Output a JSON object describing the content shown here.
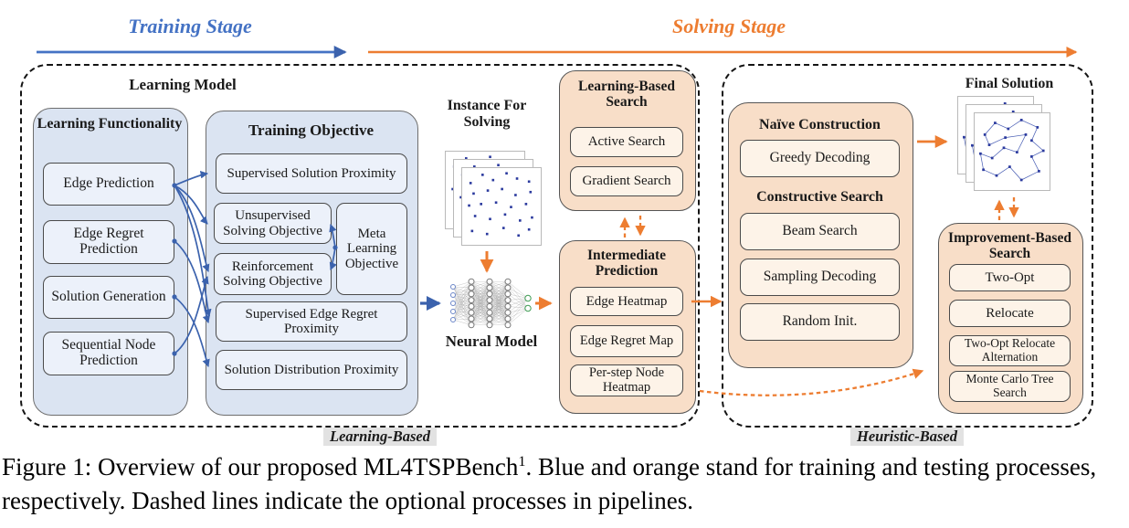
{
  "stages": {
    "training": "Training Stage",
    "solving": "Solving Stage"
  },
  "learning_model": {
    "title": "Learning Model",
    "functionality": {
      "title": "Learning Functionality",
      "items": [
        "Edge Prediction",
        "Edge Regret Prediction",
        "Solution Generation",
        "Sequential Node Prediction"
      ]
    },
    "objective": {
      "title": "Training Objective",
      "items": [
        "Supervised Solution Proximity",
        "Unsupervised Solving Objective",
        "Reinforcement Solving Objective",
        "Meta Learning Objective",
        "Supervised Edge Regret Proximity",
        "Solution Distribution Proximity"
      ]
    }
  },
  "middle": {
    "instance_label": "Instance For Solving",
    "neural_label": "Neural Model"
  },
  "learning_based_search": {
    "title": "Learning-Based Search",
    "items": [
      "Active Search",
      "Gradient Search"
    ]
  },
  "intermediate_prediction": {
    "title": "Intermediate Prediction",
    "items": [
      "Edge Heatmap",
      "Edge Regret Map",
      "Per-step Node Heatmap"
    ]
  },
  "heuristic": {
    "naive_title": "Naïve Construction",
    "naive_items": [
      "Greedy Decoding"
    ],
    "constructive_title": "Constructive Search",
    "constructive_items": [
      "Beam Search",
      "Sampling Decoding",
      "Random Init."
    ],
    "final_solution_label": "Final Solution",
    "improvement": {
      "title": "Improvement-Based Search",
      "items": [
        "Two-Opt",
        "Relocate",
        "Two-Opt Relocate Alternation",
        "Monte Carlo Tree Search"
      ]
    }
  },
  "region_labels": {
    "learning_based": "Learning-Based",
    "heuristic_based": "Heuristic-Based"
  },
  "caption": {
    "prefix": "Figure 1: Overview of our proposed ML4TSPBench",
    "superscript": "1",
    "suffix": ". Blue and orange stand for training and testing processes, respectively. Dashed lines indicate the optional processes in pipelines."
  },
  "colors": {
    "blue_accent": "#4472C4",
    "orange_accent": "#ED7D31",
    "blue_container": "#DBE4F2",
    "blue_item": "#ECF1FA",
    "orange_container": "#F8DEC8",
    "orange_item": "#FDF3E8",
    "label_bg": "#E2E2E2",
    "dashed_border": "#141414"
  }
}
